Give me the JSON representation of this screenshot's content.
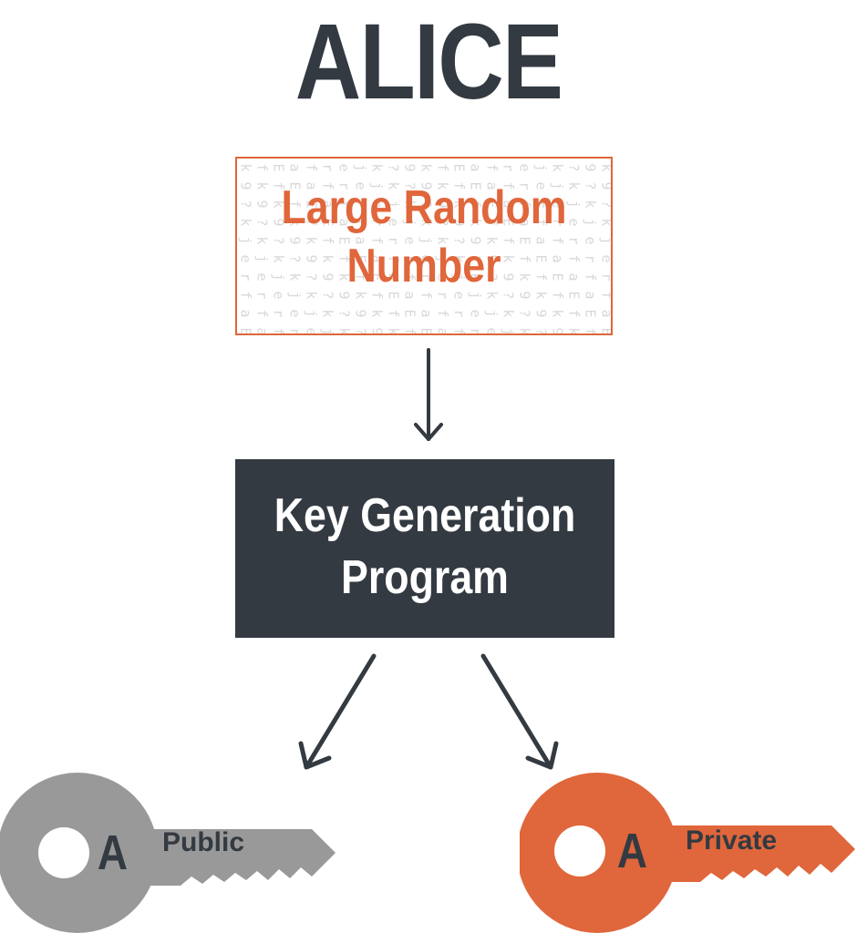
{
  "title": "ALICE",
  "random_number": {
    "label": "Large Random\nNumber",
    "pattern_text": "k43 9Ou ?#% kef jve ere rea fs# ak4 E90 fsj"
  },
  "key_generation": {
    "label": "Key Generation\nProgram"
  },
  "public_key": {
    "letter": "A",
    "name": "Public",
    "color": "#999999"
  },
  "private_key": {
    "letter": "A",
    "name": "Private",
    "color": "#e0663b"
  },
  "colors": {
    "dark": "#333a41",
    "accent": "#e0663b",
    "pattern": "#d8d8d8"
  }
}
